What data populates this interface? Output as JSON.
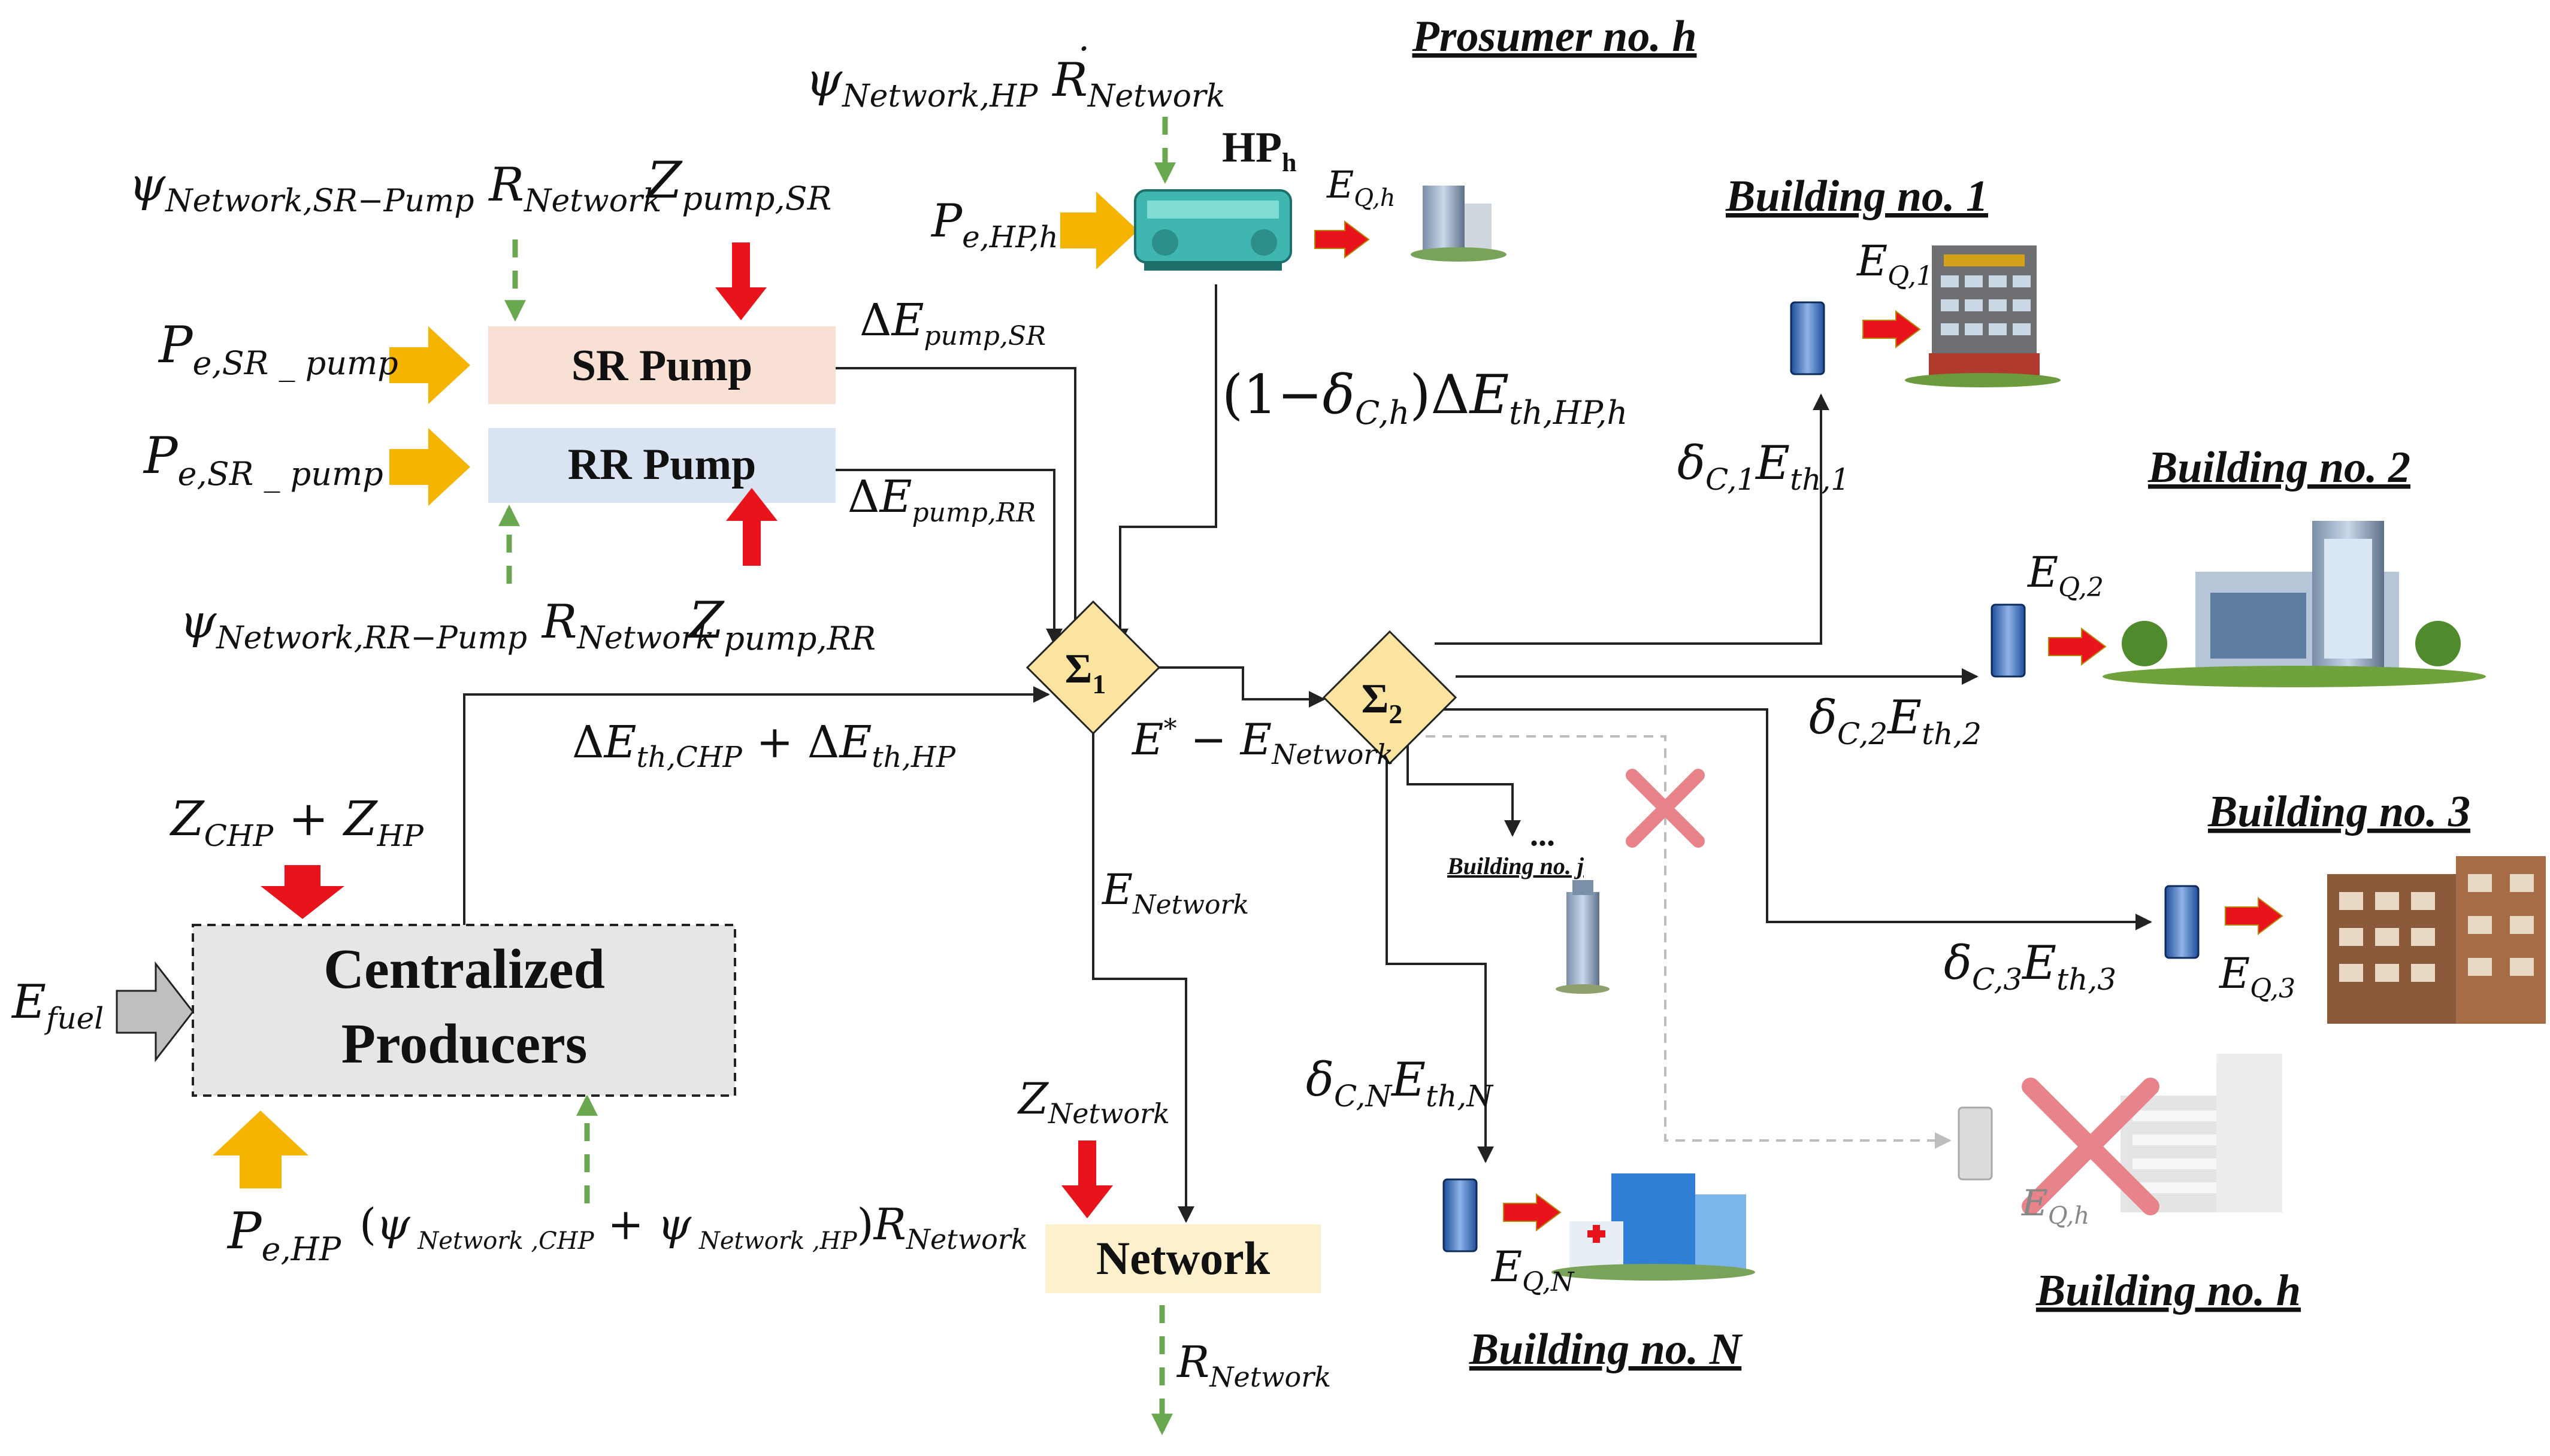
{
  "titles": {
    "prosumer": "Prosumer  no. h",
    "building1": "Building no. 1",
    "building2": "Building no. 2",
    "building3": "Building no. 3",
    "buildingN": "Building no. N",
    "buildingH": "Building no. h",
    "buildingJ": "Building no. j",
    "ellipsis": "..."
  },
  "boxes": {
    "sr_pump": "SR Pump",
    "rr_pump": "RR Pump",
    "centralized_line1": "Centralized",
    "centralized_line2": "Producers",
    "network": "Network",
    "hp_label": "HP",
    "hp_sub": "h"
  },
  "junctions": {
    "sigma1": "Σ",
    "sigma1_sub": "1",
    "sigma2": "Σ",
    "sigma2_sub": "2"
  },
  "colors": {
    "sr_box": "#f8e0d4",
    "rr_box": "#d9e3f2",
    "centralized_box": "#e6e6e6",
    "network_box": "#fdf0cc",
    "junction": "#fbe4a0",
    "orange_arrow": "#f5b400",
    "red_arrow": "#e8131b",
    "green_dashed": "#6aa84f",
    "grey_arrow": "#bfbfbf",
    "cross": "#e8838a"
  },
  "icons": [
    "heat-pump-icon",
    "office-tower-icon",
    "heat-exchanger-icon",
    "hotel-building-icon",
    "office-building-icon",
    "apartment-building-icon",
    "hospital-building-icon",
    "tower-building-icon",
    "cross-icon"
  ]
}
